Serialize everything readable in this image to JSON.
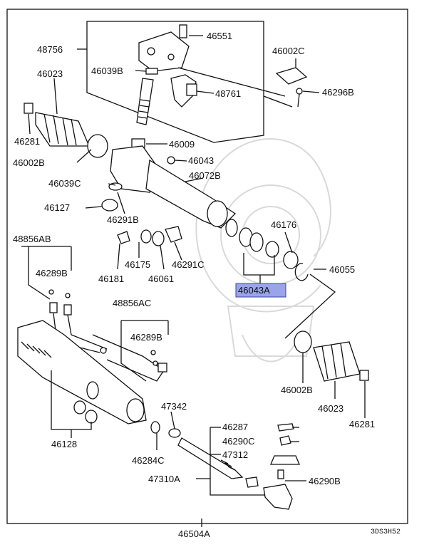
{
  "labels": {
    "p48756": "48756",
    "p46551": "46551",
    "p46039B": "46039B",
    "p48761": "48761",
    "p46002C": "46002C",
    "p46296B": "46296B",
    "p46023_top": "46023",
    "p46281_top": "46281",
    "p46002B_top": "46002B",
    "p46009": "46009",
    "p46043": "46043",
    "p46072B": "46072B",
    "p46039C": "46039C",
    "p46127": "46127",
    "p46291B": "46291B",
    "p46176": "46176",
    "p48856AB": "48856AB",
    "p46289B_left": "46289B",
    "p46175": "46175",
    "p46291C": "46291C",
    "p46181": "46181",
    "p46061": "46061",
    "p46055": "46055",
    "p46043A": "46043A",
    "p48856AC": "48856AC",
    "p46289B_mid": "46289B",
    "p46002B_bot": "46002B",
    "p46023_bot": "46023",
    "p46281_bot": "46281",
    "p47342": "47342",
    "p46287": "46287",
    "p46290C": "46290C",
    "p47312": "47312",
    "p46128": "46128",
    "p46284C": "46284C",
    "p47310A": "47310A",
    "p46290B": "46290B",
    "p46504A": "46504A"
  },
  "diagram_code": "3DS3H52",
  "colors": {
    "highlight_fill": "#9aa4e8",
    "highlight_stroke": "#3a44a8",
    "line": "#111111"
  }
}
